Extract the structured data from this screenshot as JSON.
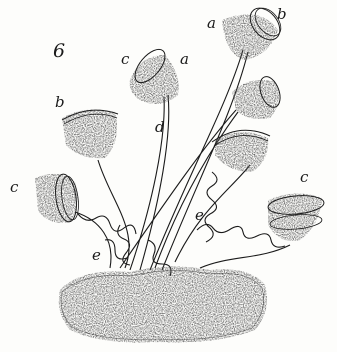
{
  "figure": {
    "number": "6",
    "labels": {
      "a_top": "a",
      "b_top": "b",
      "c_upper": "c",
      "a_mid": "a",
      "b_left": "b",
      "d_center": "d",
      "c_left": "c",
      "c_right": "c",
      "e_center": "e",
      "e_lower": "e"
    }
  },
  "colors": {
    "ink": "#1a1a1a",
    "stipple_dark": "#3a3a3a",
    "stipple_mid": "#8a8a8a",
    "paper": "#fdfdfb"
  }
}
